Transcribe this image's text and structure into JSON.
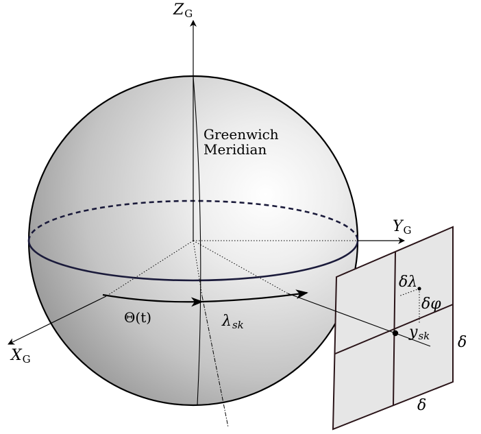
{
  "axes": {
    "z": {
      "main": "Z",
      "sub": "G"
    },
    "y": {
      "main": "Y",
      "sub": "G"
    },
    "x": {
      "main": "X",
      "sub": "G"
    }
  },
  "meridian_label": {
    "line1": "Greenwich",
    "line2": "Meridian"
  },
  "angles": {
    "theta": "Θ(t)",
    "lambda": {
      "main": "λ",
      "sub": "sk"
    }
  },
  "panel_labels": {
    "delta_lambda": "δλ",
    "delta_phi": "δφ",
    "y_sk": {
      "main": "y",
      "sub": "sk"
    },
    "delta_side": "δ",
    "delta_bottom": "δ"
  },
  "colors": {
    "equator": "#1a1a3a",
    "panel_fill": "#e6e6e6",
    "panel_edge": "#2a1418"
  }
}
